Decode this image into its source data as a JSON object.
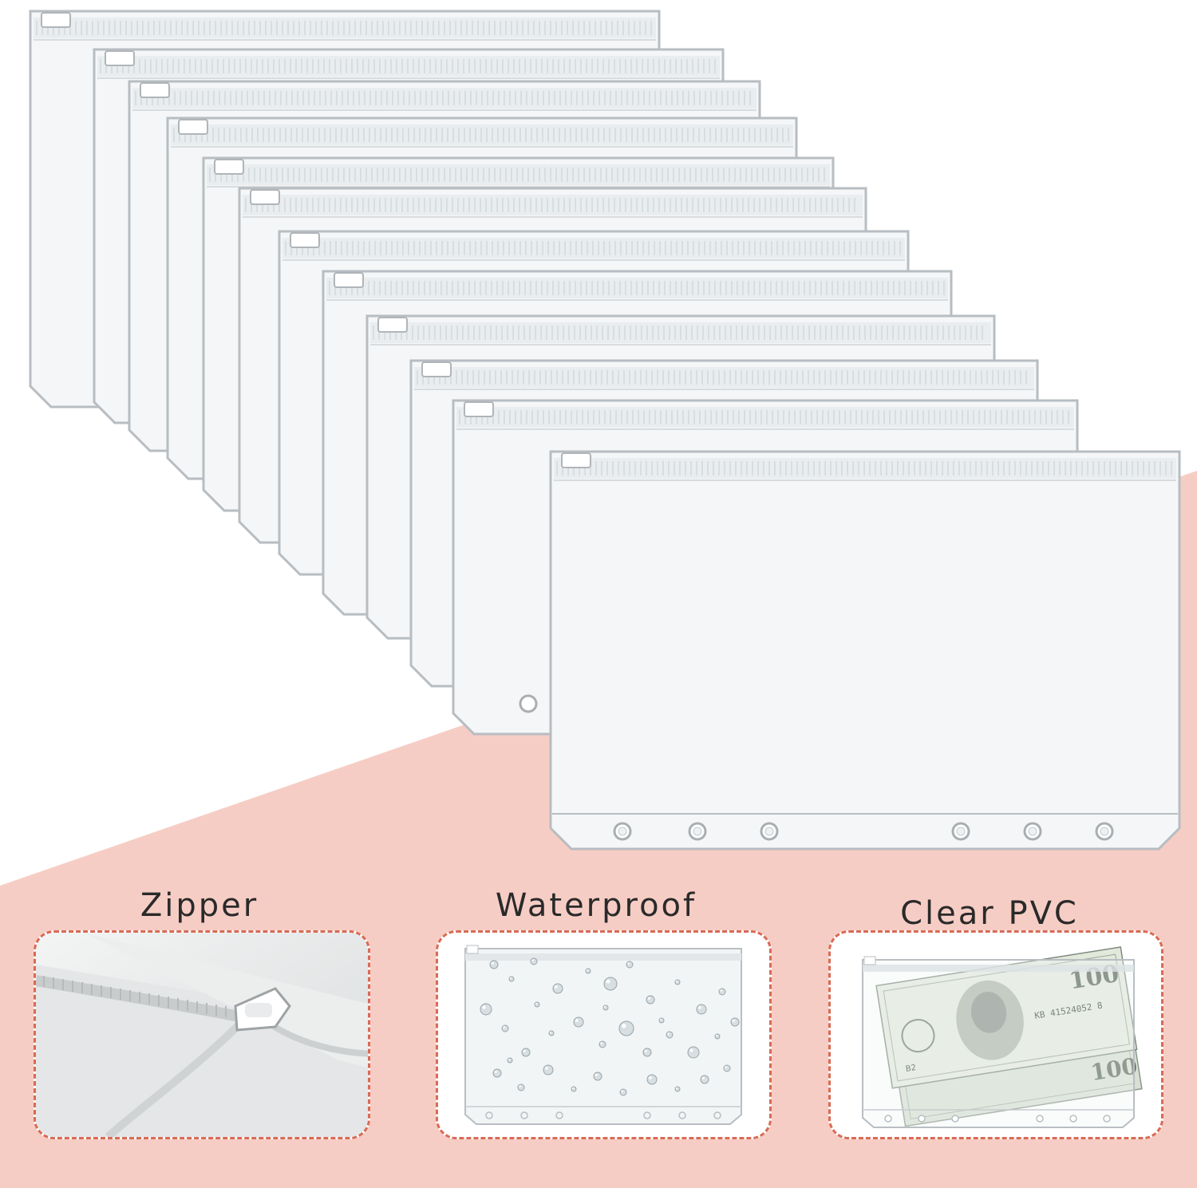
{
  "colors": {
    "background": "#ffffff",
    "accent_pink": "#f6cdc4",
    "card_border": "#d96a55",
    "pouch_edge": "#b7bdc2",
    "pouch_fill": "#f4f6f7"
  },
  "stack": {
    "pouch_count": 12
  },
  "features": [
    {
      "label": "Zipper",
      "image": "zipper-closeup-picture"
    },
    {
      "label": "Waterproof",
      "image": "water-droplets-pouch-picture"
    },
    {
      "label": "Clear PVC",
      "image": "pouch-with-money-picture"
    }
  ],
  "money_texts": {
    "denomination": "100",
    "serial": "KB 41524052 8",
    "side_code": "B2"
  }
}
